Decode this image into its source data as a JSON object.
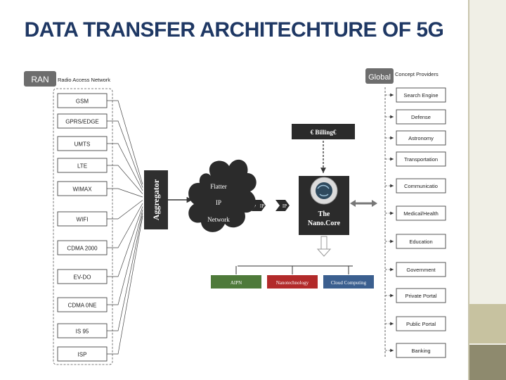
{
  "title": "DATA TRANSFER ARCHITECHTURE OF 5G",
  "ran": {
    "tag": "RAN",
    "caption": "Radio Access Network",
    "items": [
      "GSM",
      "GPRS/EDGE",
      "UMTS",
      "LTE",
      "WIMAX",
      "WIFI",
      "CDMA 2000",
      "EV-DO",
      "CDMA 0NE",
      "IS 95",
      "ISP"
    ]
  },
  "aggregator": "Aggregator",
  "cloud": {
    "line1": "Flatter",
    "line2": "IP",
    "line3": "Network"
  },
  "ip_left": "IP",
  "ip_right": "IP",
  "billing": "€ Billing€",
  "nanocore": {
    "line1": "The",
    "line2": "Nano.Core"
  },
  "services": [
    "AIPN",
    "Nanotechnology",
    "Cloud Computing"
  ],
  "global": {
    "tag": "Global",
    "caption": "Concept Providers",
    "items": [
      "Search Engine",
      "Defense",
      "Astronomy",
      "Transportation",
      "Communicatio",
      "Medical/Health",
      "Education",
      "Government",
      "Private Portal",
      "Public Portal",
      "Banking"
    ]
  },
  "colors": {
    "title": "#1f3864",
    "aipn": "#4e7a3a",
    "nanotech": "#b22a2a",
    "cloud_computing": "#3b5f8f",
    "dark_node": "#2b2b2b"
  }
}
